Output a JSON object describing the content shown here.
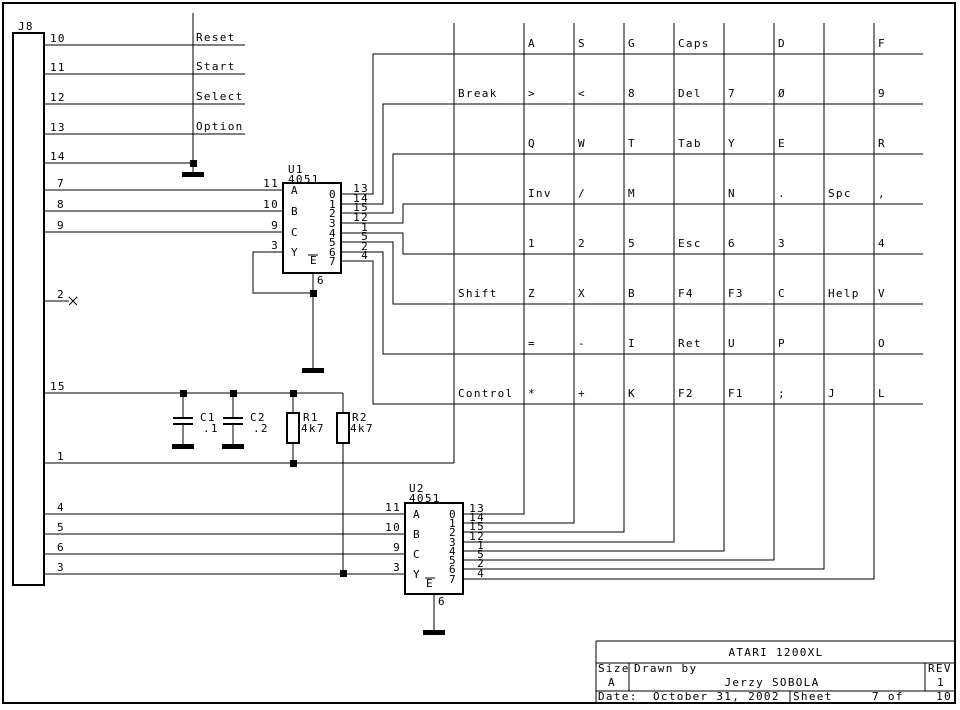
{
  "schematic": {
    "connector": {
      "refdes": "J8",
      "pins": [
        "10",
        "11",
        "12",
        "13",
        "14",
        "7",
        "8",
        "9",
        "2",
        "15",
        "1",
        "4",
        "5",
        "6",
        "3"
      ]
    },
    "console_keys": [
      "Reset",
      "Start",
      "Select",
      "Option"
    ],
    "u1": {
      "refdes": "U1",
      "part": "4051",
      "inputs": [
        {
          "pin": "11",
          "name": "A"
        },
        {
          "pin": "10",
          "name": "B"
        },
        {
          "pin": "9",
          "name": "C"
        },
        {
          "pin": "3",
          "name": "Y"
        }
      ],
      "outputs": [
        {
          "ch": "0",
          "pin": "13"
        },
        {
          "ch": "1",
          "pin": "14"
        },
        {
          "ch": "2",
          "pin": "15"
        },
        {
          "ch": "3",
          "pin": "12"
        },
        {
          "ch": "4",
          "pin": "1"
        },
        {
          "ch": "5",
          "pin": "5"
        },
        {
          "ch": "6",
          "pin": "2"
        },
        {
          "ch": "7",
          "pin": "4"
        }
      ],
      "enable_name": "E",
      "enable_pin": "6"
    },
    "u2": {
      "refdes": "U2",
      "part": "4051",
      "inputs": [
        {
          "pin": "11",
          "name": "A"
        },
        {
          "pin": "10",
          "name": "B"
        },
        {
          "pin": "9",
          "name": "C"
        },
        {
          "pin": "3",
          "name": "Y"
        }
      ],
      "outputs": [
        {
          "ch": "0",
          "pin": "13"
        },
        {
          "ch": "1",
          "pin": "14"
        },
        {
          "ch": "2",
          "pin": "15"
        },
        {
          "ch": "3",
          "pin": "12"
        },
        {
          "ch": "4",
          "pin": "1"
        },
        {
          "ch": "5",
          "pin": "5"
        },
        {
          "ch": "6",
          "pin": "2"
        },
        {
          "ch": "7",
          "pin": "4"
        }
      ],
      "enable_name": "E",
      "enable_pin": "6"
    },
    "capacitors": [
      {
        "ref": "C1",
        "value": ".1"
      },
      {
        "ref": "C2",
        "value": ".2"
      }
    ],
    "resistors": [
      {
        "ref": "R1",
        "value": "4k7"
      },
      {
        "ref": "R2",
        "value": "4k7"
      }
    ],
    "matrix_rows": [
      [
        "",
        "A",
        "S",
        "G",
        "Caps",
        "",
        "D",
        "",
        "F"
      ],
      [
        "Break",
        ">",
        "<",
        "8",
        "Del",
        "7",
        "Ø",
        "",
        "9"
      ],
      [
        "",
        "Q",
        "W",
        "T",
        "Tab",
        "Y",
        "E",
        "",
        "R"
      ],
      [
        "",
        "Inv",
        "/",
        "M",
        "",
        "N",
        ".",
        "Spc",
        ","
      ],
      [
        "",
        "1",
        "2",
        "5",
        "Esc",
        "6",
        "3",
        "",
        "4"
      ],
      [
        "Shift",
        "Z",
        "X",
        "B",
        "F4",
        "F3",
        "C",
        "Help",
        "V"
      ],
      [
        "",
        "=",
        "-",
        "I",
        "Ret",
        "U",
        "P",
        "",
        "O"
      ],
      [
        "Control",
        "*",
        "+",
        "K",
        "F2",
        "F1",
        ";",
        "J",
        "L"
      ]
    ],
    "title_block": {
      "title": "ATARI 1200XL",
      "size_label": "Size",
      "size": "A",
      "drawn_by_label": "Drawn by",
      "drawn_by": "Jerzy SOBOLA",
      "rev_label": "REV",
      "rev": "1",
      "date_label": "Date:",
      "date": "October 31, 2002",
      "sheet_label": "Sheet",
      "sheet": "7 of",
      "sheets_total": "10"
    }
  }
}
